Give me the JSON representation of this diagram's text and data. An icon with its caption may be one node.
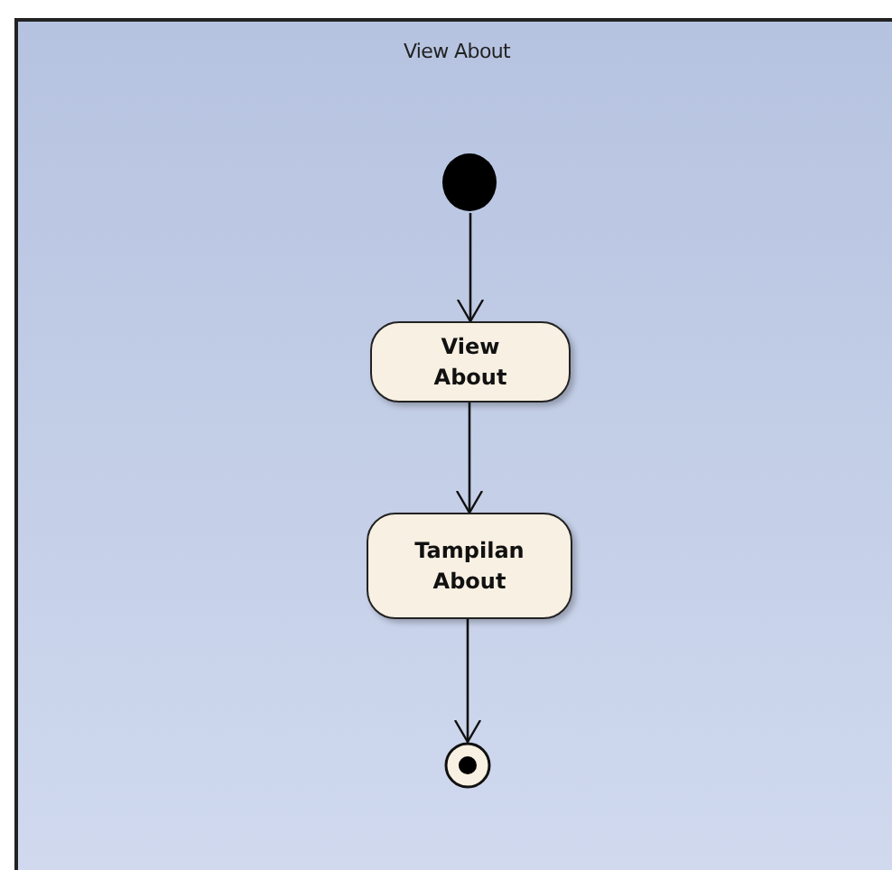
{
  "diagram": {
    "nodes": [
      {
        "text": [
          "View About"
        ]
      },
      {
        "text": [],
        "shape": "circle",
        "in": 0
      },
      {
        "text": [
          "View About"
        ],
        "in": 0
      },
      {
        "text": [
          "Tampilan About"
        ],
        "in": 0
      },
      {
        "text": [],
        "shape": "circle",
        "in": 0
      }
    ],
    "edges": [
      {
        "from": 1,
        "to": 2,
        "arrow": "to"
      },
      {
        "from": 2,
        "to": 3,
        "arrow": "to"
      },
      {
        "from": 3,
        "to": 4,
        "arrow": "to"
      }
    ]
  }
}
